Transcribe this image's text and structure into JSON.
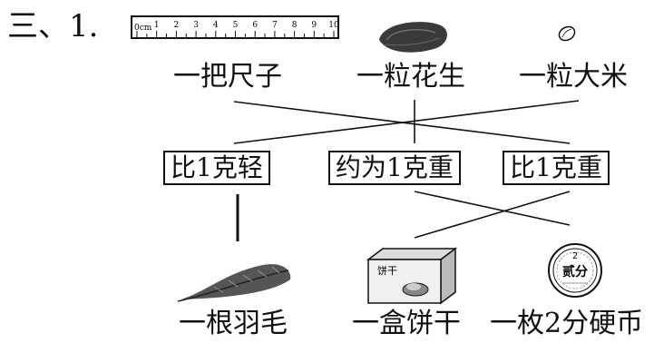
{
  "question_number": "三、1.",
  "top_items": [
    {
      "label": "一把尺子",
      "icon": "ruler-icon"
    },
    {
      "label": "一粒花生",
      "icon": "peanut-icon"
    },
    {
      "label": "一粒大米",
      "icon": "rice-grain-icon"
    }
  ],
  "middle_boxes": [
    "比1克轻",
    "约为1克重",
    "比1克重"
  ],
  "bottom_items": [
    {
      "label": "一根羽毛",
      "icon": "feather-icon"
    },
    {
      "label": "一盒饼干",
      "icon": "biscuit-box-icon"
    },
    {
      "label": "一枚2分硬币",
      "icon": "coin-icon"
    }
  ],
  "ruler": {
    "scale_label": "0cm",
    "ticks": [
      "1",
      "2",
      "3",
      "4",
      "5",
      "6",
      "7",
      "8",
      "9",
      "10"
    ]
  },
  "biscuit_box_text": "饼干",
  "coin": {
    "number": "2",
    "text": "贰分"
  },
  "connections": [
    {
      "from": "一把尺子",
      "to": "比1克重"
    },
    {
      "from": "一粒花生",
      "to": "约为1克重"
    },
    {
      "from": "一粒大米",
      "to": "比1克轻"
    },
    {
      "from": "比1克轻",
      "to": "一根羽毛"
    },
    {
      "from": "约为1克重",
      "to": "一枚2分硬币"
    },
    {
      "from": "比1克重",
      "to": "一盒饼干"
    }
  ]
}
